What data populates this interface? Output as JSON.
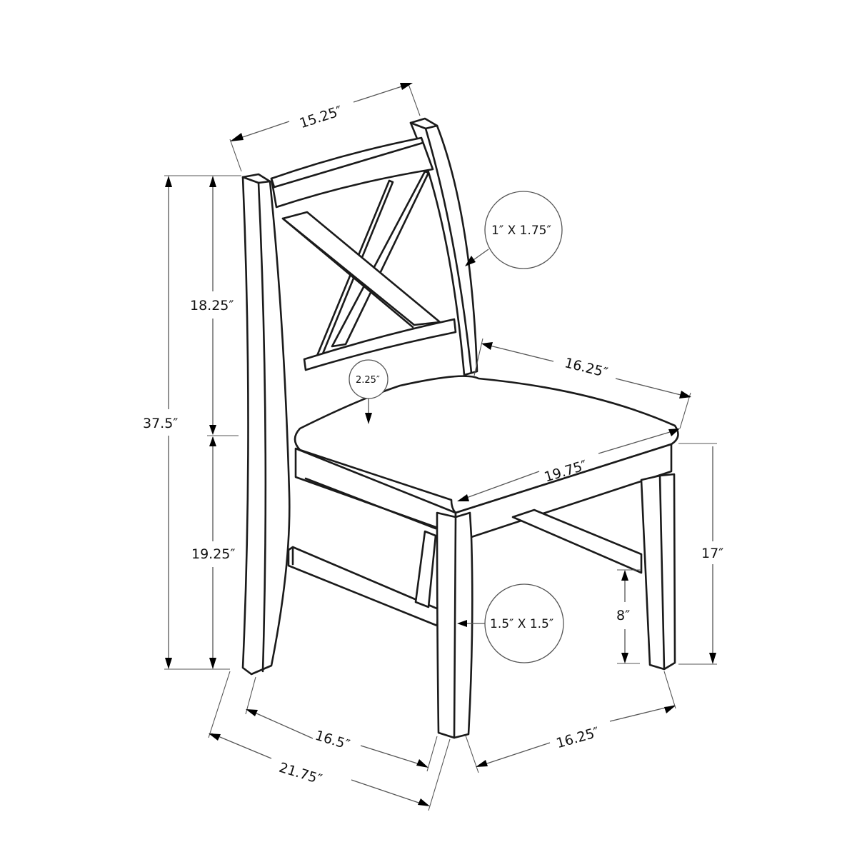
{
  "diagram": {
    "subject": "Dining chair with X-back",
    "colors": {
      "line": "#1a1a1a",
      "dimension_line": "#555555",
      "background": "#ffffff"
    },
    "dimensions": {
      "back_width": "15.25″",
      "overall_height": "37.5″",
      "back_height": "18.25″",
      "seat_height_from_floor": "19.25″",
      "seat_depth_top": "16.25″",
      "seat_width_front": "19.75″",
      "seat_thickness": "2.25″",
      "apron_height": "17″",
      "stretcher_height": "8″",
      "leg_span_side": "16.5″",
      "overall_depth": "21.75″",
      "leg_span_front": "16.25″"
    },
    "callouts": {
      "back_post_size": "1″ X 1.75″",
      "leg_size": "1.5″ X 1.5″"
    }
  }
}
